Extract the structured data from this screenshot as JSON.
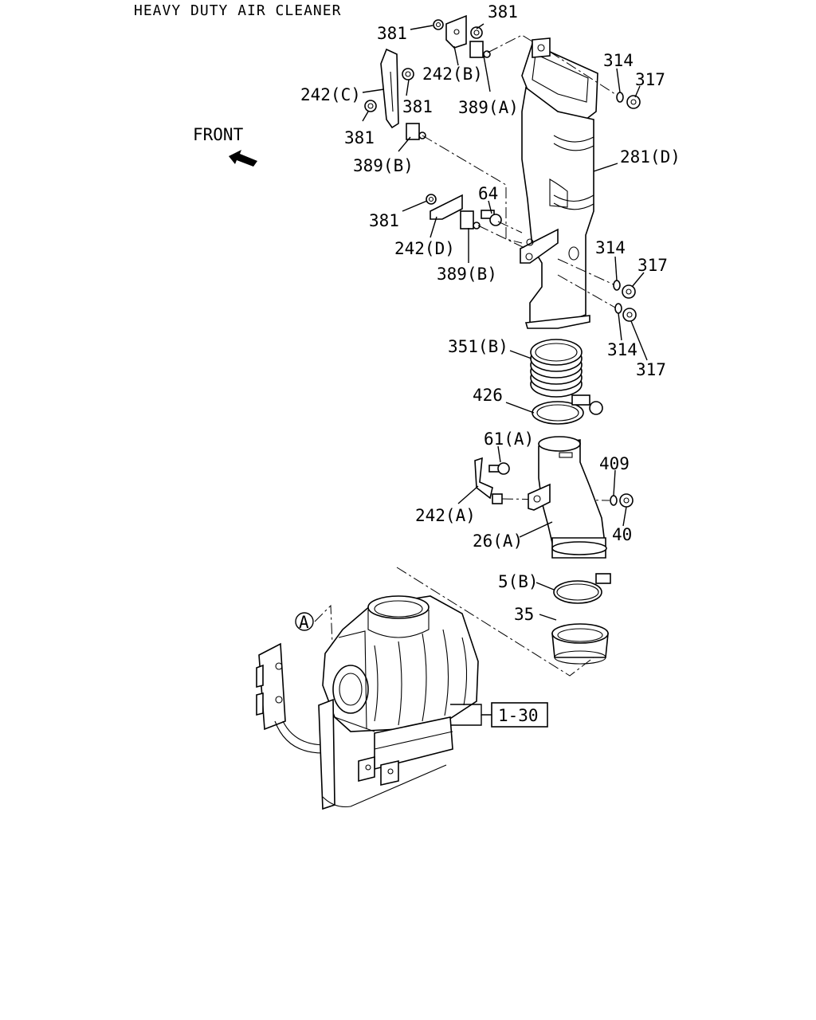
{
  "title": "HEAVY DUTY AIR CLEANER",
  "front_label": "FRONT",
  "ref_box_label": "1-30",
  "circle_label": "A",
  "callouts": [
    {
      "id": "381-top-left",
      "text": "381"
    },
    {
      "id": "381-top-right",
      "text": "381"
    },
    {
      "id": "242B",
      "text": "242(B)"
    },
    {
      "id": "389A",
      "text": "389(A)"
    },
    {
      "id": "314-top",
      "text": "314"
    },
    {
      "id": "317-top",
      "text": "317"
    },
    {
      "id": "242C",
      "text": "242(C)"
    },
    {
      "id": "381-mid-a",
      "text": "381"
    },
    {
      "id": "381-mid-b",
      "text": "381"
    },
    {
      "id": "389B-top",
      "text": "389(B)"
    },
    {
      "id": "281D",
      "text": "281(D)"
    },
    {
      "id": "64",
      "text": "64"
    },
    {
      "id": "381-low",
      "text": "381"
    },
    {
      "id": "242D",
      "text": "242(D)"
    },
    {
      "id": "389B-low",
      "text": "389(B)"
    },
    {
      "id": "314-mid",
      "text": "314"
    },
    {
      "id": "317-mid",
      "text": "317"
    },
    {
      "id": "314-low",
      "text": "314"
    },
    {
      "id": "317-low",
      "text": "317"
    },
    {
      "id": "351B",
      "text": "351(B)"
    },
    {
      "id": "426",
      "text": "426"
    },
    {
      "id": "61A",
      "text": "61(A)"
    },
    {
      "id": "409",
      "text": "409"
    },
    {
      "id": "242A",
      "text": "242(A)"
    },
    {
      "id": "40",
      "text": "40"
    },
    {
      "id": "26A",
      "text": "26(A)"
    },
    {
      "id": "5B",
      "text": "5(B)"
    },
    {
      "id": "35",
      "text": "35"
    }
  ]
}
